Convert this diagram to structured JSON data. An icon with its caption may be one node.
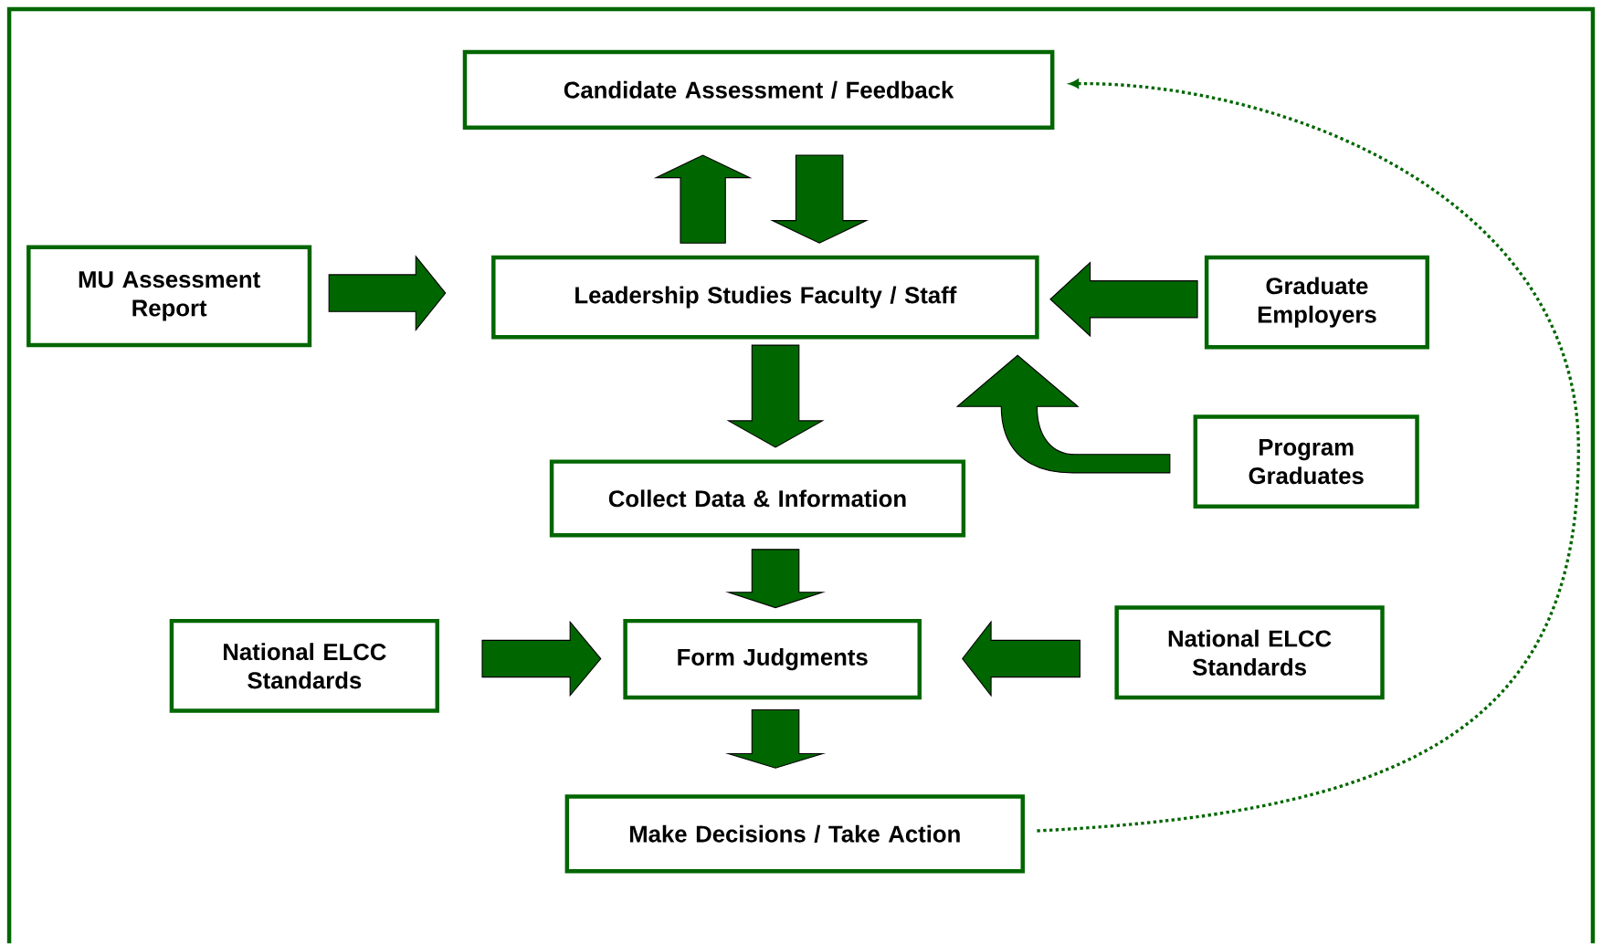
{
  "diagram": {
    "nodes": [
      {
        "text": [
          "Candidate Assessment / Feedback"
        ]
      },
      {
        "text": [
          "MU Assessment Report"
        ]
      },
      {
        "text": [
          "Leadership Studies Faculty / Staff"
        ]
      },
      {
        "text": [
          "Graduate Employers"
        ]
      },
      {
        "text": [
          "Program Graduates"
        ]
      },
      {
        "text": [
          "Collect Data & Information"
        ]
      },
      {
        "text": [
          "National ELCC Standards"
        ]
      },
      {
        "text": [
          "Form Judgments"
        ]
      },
      {
        "text": [
          "National ELCC Standards"
        ]
      },
      {
        "text": [
          "Make Decisions / Take Action"
        ]
      }
    ],
    "edges": [
      {
        "from": 2,
        "to": 0,
        "arrow": "to"
      },
      {
        "from": 0,
        "to": 2,
        "arrow": "to"
      },
      {
        "from": 1,
        "to": 2,
        "arrow": "to"
      },
      {
        "from": 3,
        "to": 2,
        "arrow": "to"
      },
      {
        "from": 4,
        "to": 2,
        "arrow": "to"
      },
      {
        "from": 2,
        "to": 5,
        "arrow": "to"
      },
      {
        "from": 5,
        "to": 7,
        "arrow": "to"
      },
      {
        "from": 6,
        "to": 7,
        "arrow": "to"
      },
      {
        "from": 8,
        "to": 7,
        "arrow": "to"
      },
      {
        "from": 7,
        "to": 9,
        "arrow": "to"
      },
      {
        "from": 9,
        "to": 0,
        "arrow": "to",
        "style": "dashed"
      }
    ]
  }
}
